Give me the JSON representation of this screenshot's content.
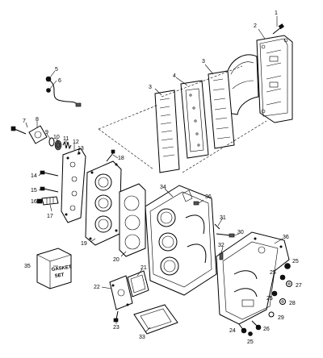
{
  "callouts": [
    {
      "id": "c1",
      "text": "1"
    },
    {
      "id": "c2",
      "text": "2"
    },
    {
      "id": "c3a",
      "text": "3"
    },
    {
      "id": "c3b",
      "text": "3"
    },
    {
      "id": "c4",
      "text": "4"
    },
    {
      "id": "c5",
      "text": "5"
    },
    {
      "id": "c6",
      "text": "6"
    },
    {
      "id": "c7",
      "text": "7"
    },
    {
      "id": "c8",
      "text": "8"
    },
    {
      "id": "c9",
      "text": "9"
    },
    {
      "id": "c10",
      "text": "10"
    },
    {
      "id": "c11",
      "text": "11"
    },
    {
      "id": "c12",
      "text": "12"
    },
    {
      "id": "c13",
      "text": "13"
    },
    {
      "id": "c14",
      "text": "14"
    },
    {
      "id": "c15",
      "text": "15"
    },
    {
      "id": "c16",
      "text": "16"
    },
    {
      "id": "c17",
      "text": "17"
    },
    {
      "id": "c18",
      "text": "18"
    },
    {
      "id": "c19",
      "text": "19"
    },
    {
      "id": "c20",
      "text": "20"
    },
    {
      "id": "c21",
      "text": "21"
    },
    {
      "id": "c22",
      "text": "22"
    },
    {
      "id": "c23",
      "text": "23"
    },
    {
      "id": "c24",
      "text": "24"
    },
    {
      "id": "c25a",
      "text": "25"
    },
    {
      "id": "c25b",
      "text": "25"
    },
    {
      "id": "c25c",
      "text": "25"
    },
    {
      "id": "c25d",
      "text": "25"
    },
    {
      "id": "c26",
      "text": "26"
    },
    {
      "id": "c27",
      "text": "27"
    },
    {
      "id": "c28",
      "text": "28"
    },
    {
      "id": "c29",
      "text": "29"
    },
    {
      "id": "c30",
      "text": "30"
    },
    {
      "id": "c31",
      "text": "31"
    },
    {
      "id": "c32",
      "text": "32"
    },
    {
      "id": "c33",
      "text": "33"
    },
    {
      "id": "c34",
      "text": "34"
    },
    {
      "id": "c35",
      "text": "35"
    },
    {
      "id": "c36a",
      "text": "36"
    },
    {
      "id": "c36b",
      "text": "36"
    }
  ],
  "gasket_set": {
    "line1": "GASKET",
    "line2": "SET"
  }
}
